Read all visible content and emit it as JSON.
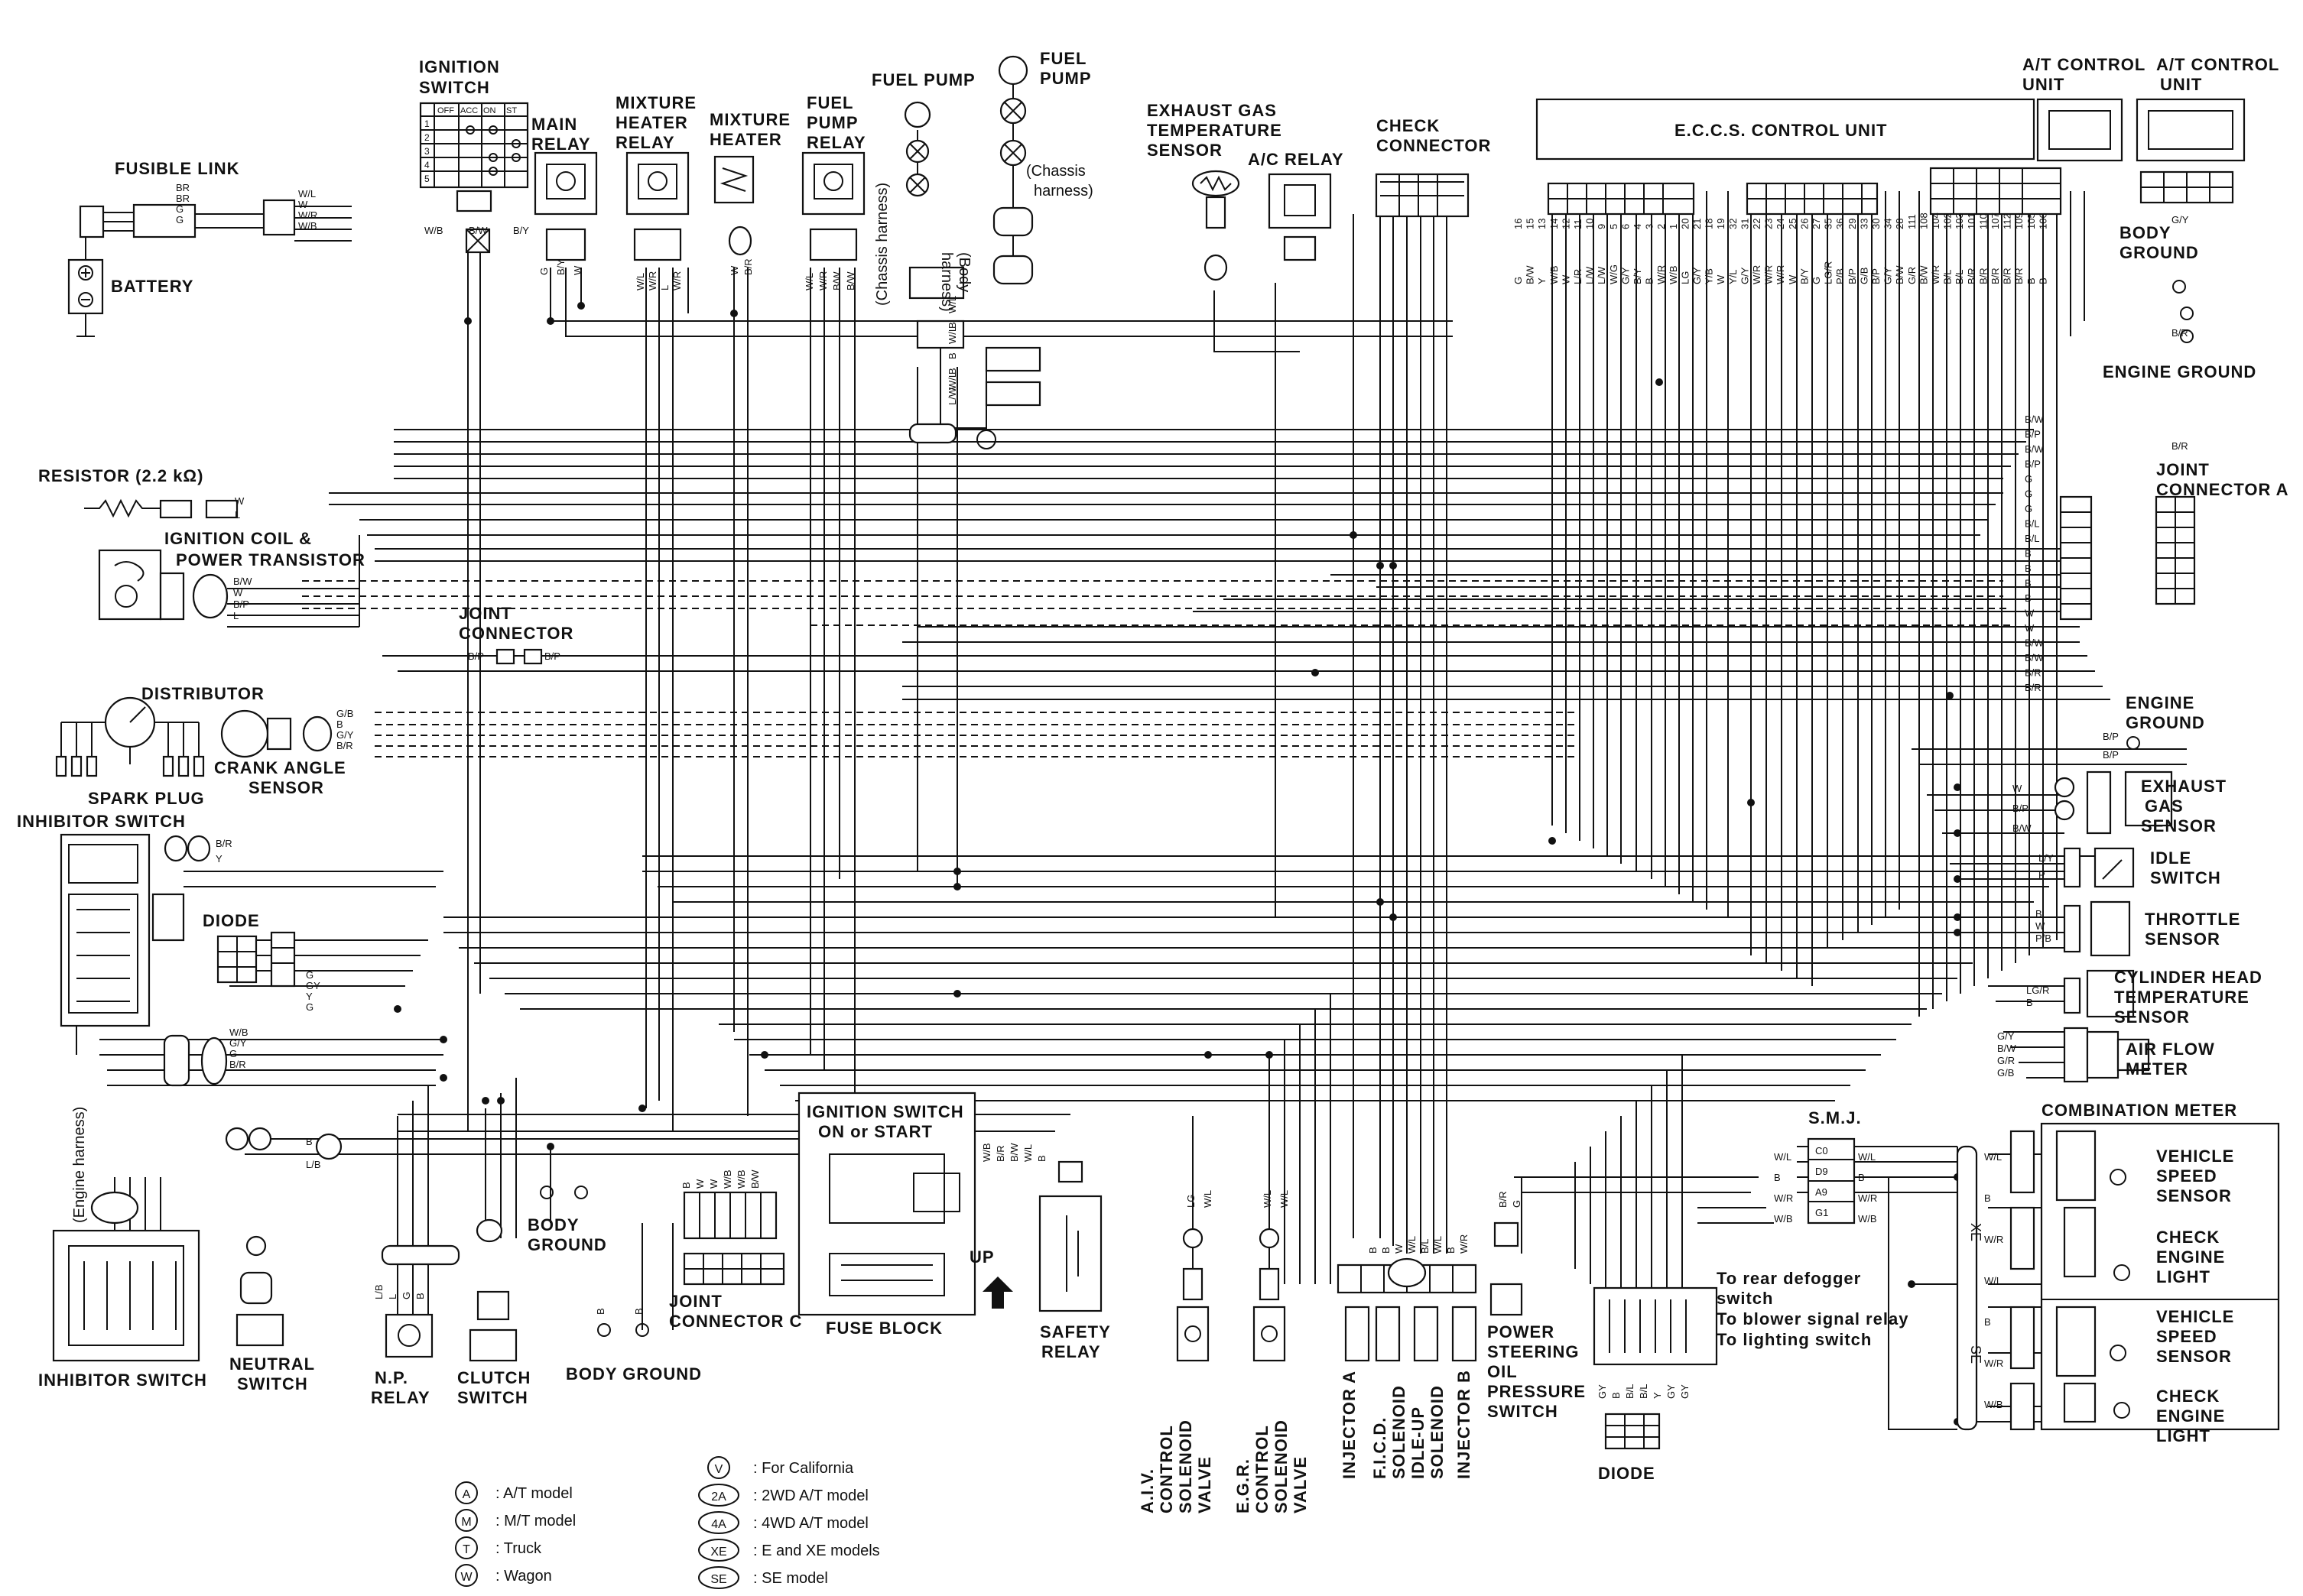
{
  "components": {
    "fusible_link": "FUSIBLE LINK",
    "battery": "BATTERY",
    "ignition_switch": [
      "IGNITION",
      "SWITCH"
    ],
    "ignition_switch_cols": [
      "OFF",
      "ACC",
      "ON",
      "ST"
    ],
    "ignition_switch_rows": [
      "1",
      "2",
      "3",
      "4",
      "5"
    ],
    "main_relay": [
      "MAIN",
      "RELAY"
    ],
    "mixture_heater_relay": [
      "MIXTURE",
      "HEATER",
      "RELAY"
    ],
    "mixture_heater": [
      "MIXTURE",
      "HEATER"
    ],
    "fuel_pump_relay": [
      "FUEL",
      "PUMP",
      "RELAY"
    ],
    "fuel_pump_chassis": [
      "FUEL PUMP"
    ],
    "fuel_pump_body": [
      "FUEL",
      "PUMP"
    ],
    "chassis_harness": "(Chassis harness)",
    "body_harness": [
      "(Body",
      "harness)"
    ],
    "chassis_harness_2": [
      "(Chassis",
      "harness)"
    ],
    "exhaust_gas_temp_sensor": [
      "EXHAUST GAS",
      "TEMPERATURE",
      "SENSOR"
    ],
    "ac_relay": "A/C RELAY",
    "check_connector": [
      "CHECK",
      "CONNECTOR"
    ],
    "eccs_control_unit": "E.C.C.S. CONTROL UNIT",
    "at_control_unit_1": [
      "A/T CONTROL",
      "UNIT"
    ],
    "at_control_unit_2": [
      "A/T CONTROL",
      "UNIT"
    ],
    "body_ground_right": [
      "BODY",
      "GROUND"
    ],
    "engine_ground_top": "ENGINE GROUND",
    "joint_connector_a": [
      "JOINT",
      "CONNECTOR A"
    ],
    "resistor": "RESISTOR (2.2 kΩ)",
    "ignition_coil": [
      "IGNITION COIL &",
      "POWER TRANSISTOR"
    ],
    "joint_connector": [
      "JOINT",
      "CONNECTOR"
    ],
    "distributor": "DISTRIBUTOR",
    "crank_angle_sensor": [
      "CRANK ANGLE",
      "SENSOR"
    ],
    "spark_plug": "SPARK PLUG",
    "inhibitor_switch_top": "INHIBITOR SWITCH",
    "diode_left": "DIODE",
    "engine_harness": "(Engine harness)",
    "inhibitor_switch_bottom": "INHIBITOR SWITCH",
    "neutral_switch": [
      "NEUTRAL",
      "SWITCH"
    ],
    "np_relay": [
      "N.P.",
      "RELAY"
    ],
    "clutch_switch": [
      "CLUTCH",
      "SWITCH"
    ],
    "body_ground_mid": [
      "BODY",
      "GROUND"
    ],
    "body_ground_bottom": "BODY GROUND",
    "joint_connector_c": [
      "JOINT",
      "CONNECTOR C"
    ],
    "ignition_switch_on": [
      "IGNITION SWITCH",
      "ON or START"
    ],
    "fuse_block": "FUSE BLOCK",
    "up": "UP",
    "safety_relay": [
      "SAFETY",
      "RELAY"
    ],
    "aiv_valve": [
      "A.I.V.",
      "CONTROL",
      "SOLENOID",
      "VALVE"
    ],
    "egr_valve": [
      "E.G.R.",
      "CONTROL",
      "SOLENOID",
      "VALVE"
    ],
    "injector_a": "INJECTOR A",
    "ficd": [
      "F.I.C.D.",
      "SOLENOID"
    ],
    "idle_up": [
      "IDLE-UP",
      "SOLENOID"
    ],
    "injector_b": "INJECTOR B",
    "ps_switch": [
      "POWER",
      "STEERING",
      "OIL",
      "PRESSURE",
      "SWITCH"
    ],
    "diode_bottom": "DIODE",
    "smj": "S.M.J.",
    "rear_defogger": [
      "To rear defogger",
      "switch"
    ],
    "blower_relay": "To blower signal relay",
    "lighting_switch": "To lighting switch",
    "engine_ground_right": [
      "ENGINE",
      "GROUND"
    ],
    "exhaust_gas_sensor": [
      "EXHAUST",
      "GAS",
      "SENSOR"
    ],
    "idle_switch": [
      "IDLE",
      "SWITCH"
    ],
    "throttle_sensor": [
      "THROTTLE",
      "SENSOR"
    ],
    "cyl_head_temp": [
      "CYLINDER HEAD",
      "TEMPERATURE",
      "SENSOR"
    ],
    "air_flow_meter": [
      "AIR FLOW",
      "METER"
    ],
    "combination_meter": "COMBINATION METER",
    "vehicle_speed_1": [
      "VEHICLE",
      "SPEED",
      "SENSOR"
    ],
    "check_engine_1": [
      "CHECK",
      "ENGINE",
      "LIGHT"
    ],
    "vehicle_speed_2": [
      "VEHICLE",
      "SPEED",
      "SENSOR"
    ],
    "check_engine_2": [
      "CHECK",
      "ENGINE",
      "LIGHT"
    ],
    "xe": "XE",
    "se": "SE"
  },
  "legend": [
    {
      "sym": "A",
      "text": ":  A/T model"
    },
    {
      "sym": "M",
      "text": ":  M/T model"
    },
    {
      "sym": "T",
      "text": ":  Truck"
    },
    {
      "sym": "W",
      "text": ":  Wagon"
    },
    {
      "sym": "V",
      "text": ":  For California"
    },
    {
      "sym": "2A",
      "text": ":  2WD A/T model"
    },
    {
      "sym": "4A",
      "text": ":  4WD A/T model"
    },
    {
      "sym": "XE",
      "text": ":  E and XE models"
    },
    {
      "sym": "SE",
      "text": ":  SE model"
    }
  ],
  "ecu_wires": [
    {
      "pin": "16",
      "color": "G"
    },
    {
      "pin": "15",
      "color": "B/W"
    },
    {
      "pin": "13",
      "color": "Y"
    },
    {
      "pin": "14",
      "color": "W/B"
    },
    {
      "pin": "12",
      "color": "W"
    },
    {
      "pin": "11",
      "color": "L/R"
    },
    {
      "pin": "10",
      "color": "L/W"
    },
    {
      "pin": "9",
      "color": "L/W"
    },
    {
      "pin": "5",
      "color": "W/G"
    },
    {
      "pin": "6",
      "color": "G/Y"
    },
    {
      "pin": "4",
      "color": "B/Y"
    },
    {
      "pin": "3",
      "color": "B"
    },
    {
      "pin": "2",
      "color": "W/R"
    },
    {
      "pin": "1",
      "color": "W/B"
    },
    {
      "pin": "20",
      "color": "LG"
    },
    {
      "pin": "21",
      "color": "G/Y"
    },
    {
      "pin": "18",
      "color": "Y/B"
    },
    {
      "pin": "19",
      "color": "W"
    },
    {
      "pin": "32",
      "color": "Y/L"
    },
    {
      "pin": "31",
      "color": "G/Y"
    },
    {
      "pin": "22",
      "color": "W/R"
    },
    {
      "pin": "23",
      "color": "W/R"
    },
    {
      "pin": "24",
      "color": "W/R"
    },
    {
      "pin": "25",
      "color": "W"
    },
    {
      "pin": "26",
      "color": "B/Y"
    },
    {
      "pin": "27",
      "color": "G"
    },
    {
      "pin": "35",
      "color": "LG/R"
    },
    {
      "pin": "36",
      "color": "P/B"
    },
    {
      "pin": "29",
      "color": "B/P"
    },
    {
      "pin": "33",
      "color": "G/B"
    },
    {
      "pin": "30",
      "color": "B/P"
    },
    {
      "pin": "34",
      "color": "G/Y"
    },
    {
      "pin": "28",
      "color": "B/W"
    },
    {
      "pin": "111",
      "color": "G/R"
    },
    {
      "pin": "108",
      "color": "B/W"
    },
    {
      "pin": "104",
      "color": "W/R"
    },
    {
      "pin": "102",
      "color": "B/L"
    },
    {
      "pin": "103",
      "color": "B/L"
    },
    {
      "pin": "101",
      "color": "B/R"
    },
    {
      "pin": "110",
      "color": "B/R"
    },
    {
      "pin": "107",
      "color": "B/R"
    },
    {
      "pin": "112",
      "color": "B/R"
    },
    {
      "pin": "109",
      "color": "B/R"
    },
    {
      "pin": "105",
      "color": "B"
    },
    {
      "pin": "106",
      "color": "B"
    }
  ],
  "joint_a_labels": [
    "B/W",
    "B/P",
    "B/W",
    "B/P",
    "G",
    "G",
    "G",
    "B/L",
    "B/L",
    "B",
    "B",
    "B",
    "B",
    "W",
    "W",
    "B/W",
    "B/W",
    "B/R",
    "B/R"
  ],
  "left_wire_labels": {
    "fusible": [
      "BR",
      "BR",
      "G",
      "G"
    ],
    "fusible_out": [
      "W/L",
      "W",
      "W/R",
      "W/B"
    ],
    "ign_out": [
      "W/B",
      "B/W",
      "B/Y"
    ],
    "main_relay": [
      "G",
      "B/Y",
      "W"
    ],
    "mh_relay": [
      "W/L",
      "W/R",
      "L",
      "W/R"
    ],
    "mh": [
      "W",
      "B/R"
    ],
    "fp_relay": [
      "W/L",
      "W/R",
      "B/W",
      "B/W"
    ],
    "resistor": [
      "W",
      "L"
    ],
    "coil": [
      "B/W",
      "W",
      "B/P",
      "L"
    ],
    "joint": [
      "B/P",
      "B/P"
    ],
    "crank": [
      "G/B",
      "B",
      "G/Y",
      "B/R"
    ],
    "inhibitor": [
      "B/R",
      "Y"
    ],
    "diode": [
      "G",
      "GY",
      "Y",
      "G"
    ],
    "harness": [
      "W/B",
      "G/Y",
      "G",
      "B/R"
    ],
    "ns": [
      "B",
      "L/B"
    ],
    "fuel_pump": [
      "W/L",
      "B",
      "W/L",
      "B",
      "B",
      "W/L",
      "L/W"
    ]
  },
  "right_wire_labels": {
    "top": [
      "G/Y",
      "B/R",
      "B/R"
    ],
    "exhaust": [
      "W",
      "B/P",
      "B/W"
    ],
    "engine_gnd": [
      "B/P",
      "B/P"
    ],
    "idle": [
      "L/Y",
      "P"
    ],
    "throttle": [
      "B",
      "W",
      "P/B"
    ],
    "cyl_head": [
      "LG/R",
      "B"
    ],
    "afm": [
      "G/Y",
      "B/W",
      "G/R",
      "G/B"
    ],
    "smj": [
      "W/L",
      "B",
      "W/R",
      "W/B"
    ],
    "smj_pins": [
      "C0",
      "D9",
      "A9",
      "G1"
    ],
    "comb": [
      "W/L",
      "B",
      "W/R",
      "W/B"
    ],
    "comb_right": [
      "W/L",
      "B",
      "W/R",
      "W/L",
      "B",
      "W/R",
      "W/B"
    ]
  },
  "bottom_wire_labels": {
    "aiv": [
      "LG",
      "W/L"
    ],
    "egr": [
      "W/L",
      "W/L"
    ],
    "inj": [
      "B",
      "B",
      "W",
      "W/L",
      "B/L",
      "W/L",
      "B",
      "W/R"
    ],
    "ps": [
      "B/R",
      "G"
    ],
    "diode": [
      "GY",
      "B",
      "B/L",
      "B/L",
      "Y",
      "GY",
      "GY"
    ],
    "safety": [
      "W/B",
      "B/R",
      "B/W",
      "W/L",
      "B"
    ],
    "jcc": [
      "B",
      "W",
      "W",
      "W/B",
      "W/B",
      "B/W"
    ],
    "ns": [
      "L/B",
      "L",
      "G",
      "B"
    ],
    "bg": [
      "B",
      "B"
    ]
  }
}
